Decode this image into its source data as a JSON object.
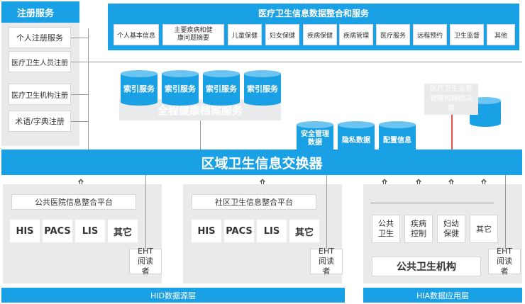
{
  "registration": {
    "title": "注册服务",
    "items": [
      "个人注册服务",
      "医疗卫生人员注册",
      "医疗卫生机构注册",
      "术语/字典注册"
    ]
  },
  "data_integration": {
    "title": "医疗卫生信息数据整合和服务",
    "items": [
      "个人基本信息",
      "主要疾病和健康问题摘要",
      "儿童保健",
      "妇女保健",
      "疾病保健",
      "疾病管理",
      "医疗服务",
      "远程预约",
      "卫生监督",
      "其他"
    ]
  },
  "index_services": [
    "索引服务",
    "索引服务",
    "索引服务",
    "索引服务"
  ],
  "health_record": "全程健康档案服务",
  "support": [
    "安全管理数据",
    "隐私数据",
    "配置信息"
  ],
  "decision": "医疗卫生业务管理和辅助决策",
  "exchange": "区域卫生信息交换器",
  "platforms": [
    {
      "title": "公共医院信息整合平台",
      "systems": [
        "HIS",
        "PACS",
        "LIS",
        "其它"
      ],
      "reader": "EHT阅读者"
    },
    {
      "title": "社区卫生信息整合平台",
      "systems": [
        "HIS",
        "PACS",
        "LIS",
        "其它"
      ],
      "reader": "EHT阅读者"
    }
  ],
  "public_health": {
    "items": [
      "公共卫生",
      "疾病控制",
      "妇幼保健",
      "其它"
    ],
    "label": "公共卫生机构",
    "reader": "EHT阅读者"
  },
  "layers": {
    "hid": "HID数据源层",
    "hia": "HIA数据应用层"
  },
  "colors": {
    "primary": "#1aa0e4",
    "panel": "#e9eaeb",
    "accent_line": "#e85050"
  }
}
